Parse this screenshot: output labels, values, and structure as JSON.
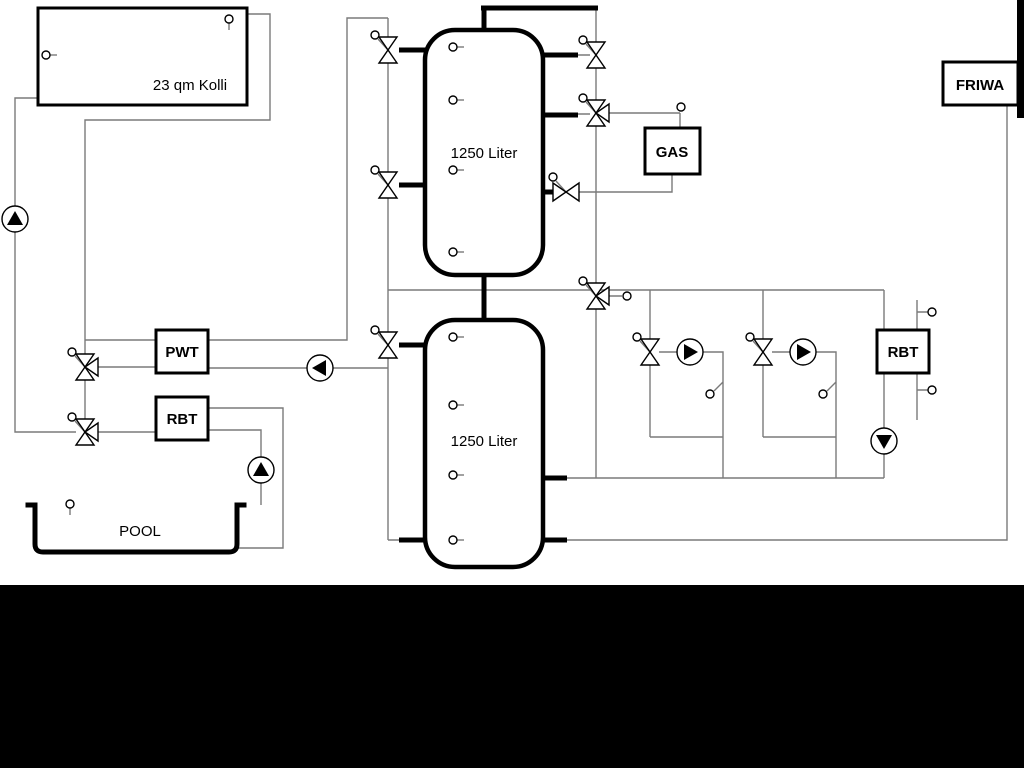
{
  "diagram": {
    "labels": {
      "collector": "23 qm Kolli",
      "tank_top": "1250 Liter",
      "tank_bottom": "1250 Liter",
      "pwt": "PWT",
      "rbt_left": "RBT",
      "rbt_right": "RBT",
      "gas": "GAS",
      "friwa": "FRIWA",
      "pool": "POOL"
    },
    "colors": {
      "pipe": "#7a7a7a",
      "outline": "#000000",
      "background": "#ffffff",
      "bottom_bar": "#000000"
    }
  }
}
